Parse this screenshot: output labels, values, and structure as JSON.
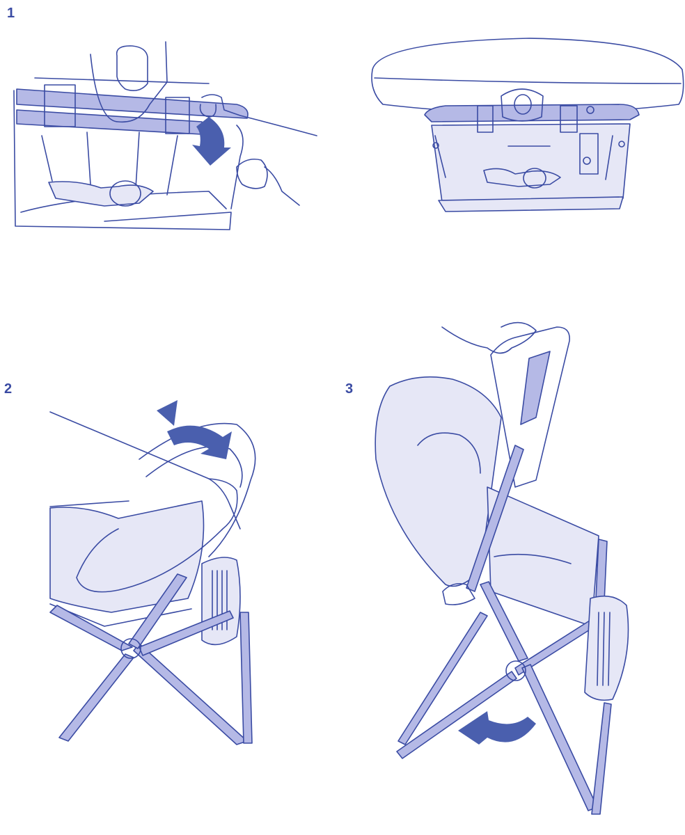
{
  "steps": [
    {
      "number": "1"
    },
    {
      "number": "2"
    },
    {
      "number": "3"
    }
  ],
  "colors": {
    "line": "#3a4ba3",
    "fill_light": "#e6e7f6",
    "fill_mid": "#b5b9e6",
    "arrow": "#4a5fae"
  }
}
